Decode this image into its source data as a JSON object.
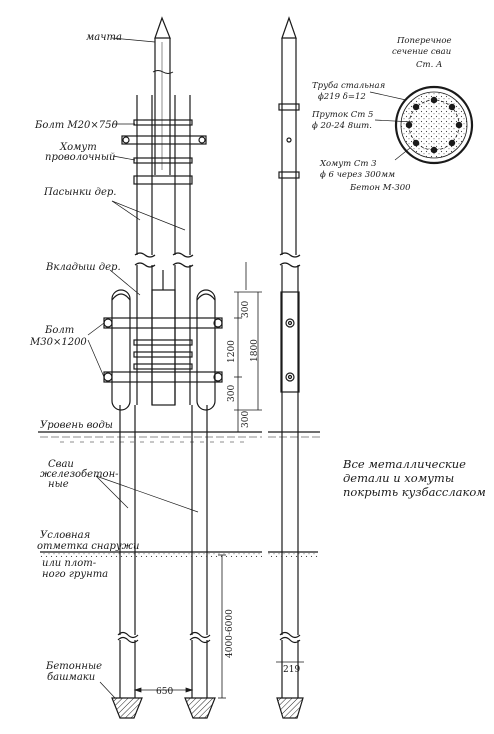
{
  "labels": {
    "mast": "мачта",
    "bolt_top": "Болт М20×750",
    "clamp_wire_1": "Хомут",
    "clamp_wire_2": "проволочный",
    "stepson": "Пасынки дер.",
    "insert": "Вкладыш дер.",
    "bolt_mid_1": "Болт",
    "bolt_mid_2": "М30×1200",
    "water_level": "Уровень воды",
    "piles_1": "Сваи",
    "piles_2": "железобетон-",
    "piles_3": "ные",
    "ground_1": "Условная",
    "ground_2": "отметка снаружи",
    "ground_3": "или плот-",
    "ground_4": "ного грунта",
    "shoes_1": "Бетонные",
    "shoes_2": "башмаки"
  },
  "section": {
    "title_1": "Поперечное",
    "title_2": "сечение сваи",
    "grade": "Ст. А",
    "pipe_1": "Труба стальная",
    "pipe_2": "ϕ219  δ=12",
    "rod_1": "Пруток Ст 5",
    "rod_2": "ϕ 20-24 8шт.",
    "clamp_1": "Хомут Ст 3",
    "clamp_2": "ϕ 6 через 300мм",
    "concrete": "Бетон М-300"
  },
  "dimensions": {
    "d300_top": "300",
    "d1200": "1200",
    "d300_bot": "300",
    "d1800": "1800",
    "d300_water": "300",
    "d4000": "4000-6000",
    "d650": "650",
    "d219": "219"
  },
  "note": {
    "line1": "Все металлические",
    "line2": "детали и хомуты",
    "line3": "покрыть кузбасслаком"
  }
}
